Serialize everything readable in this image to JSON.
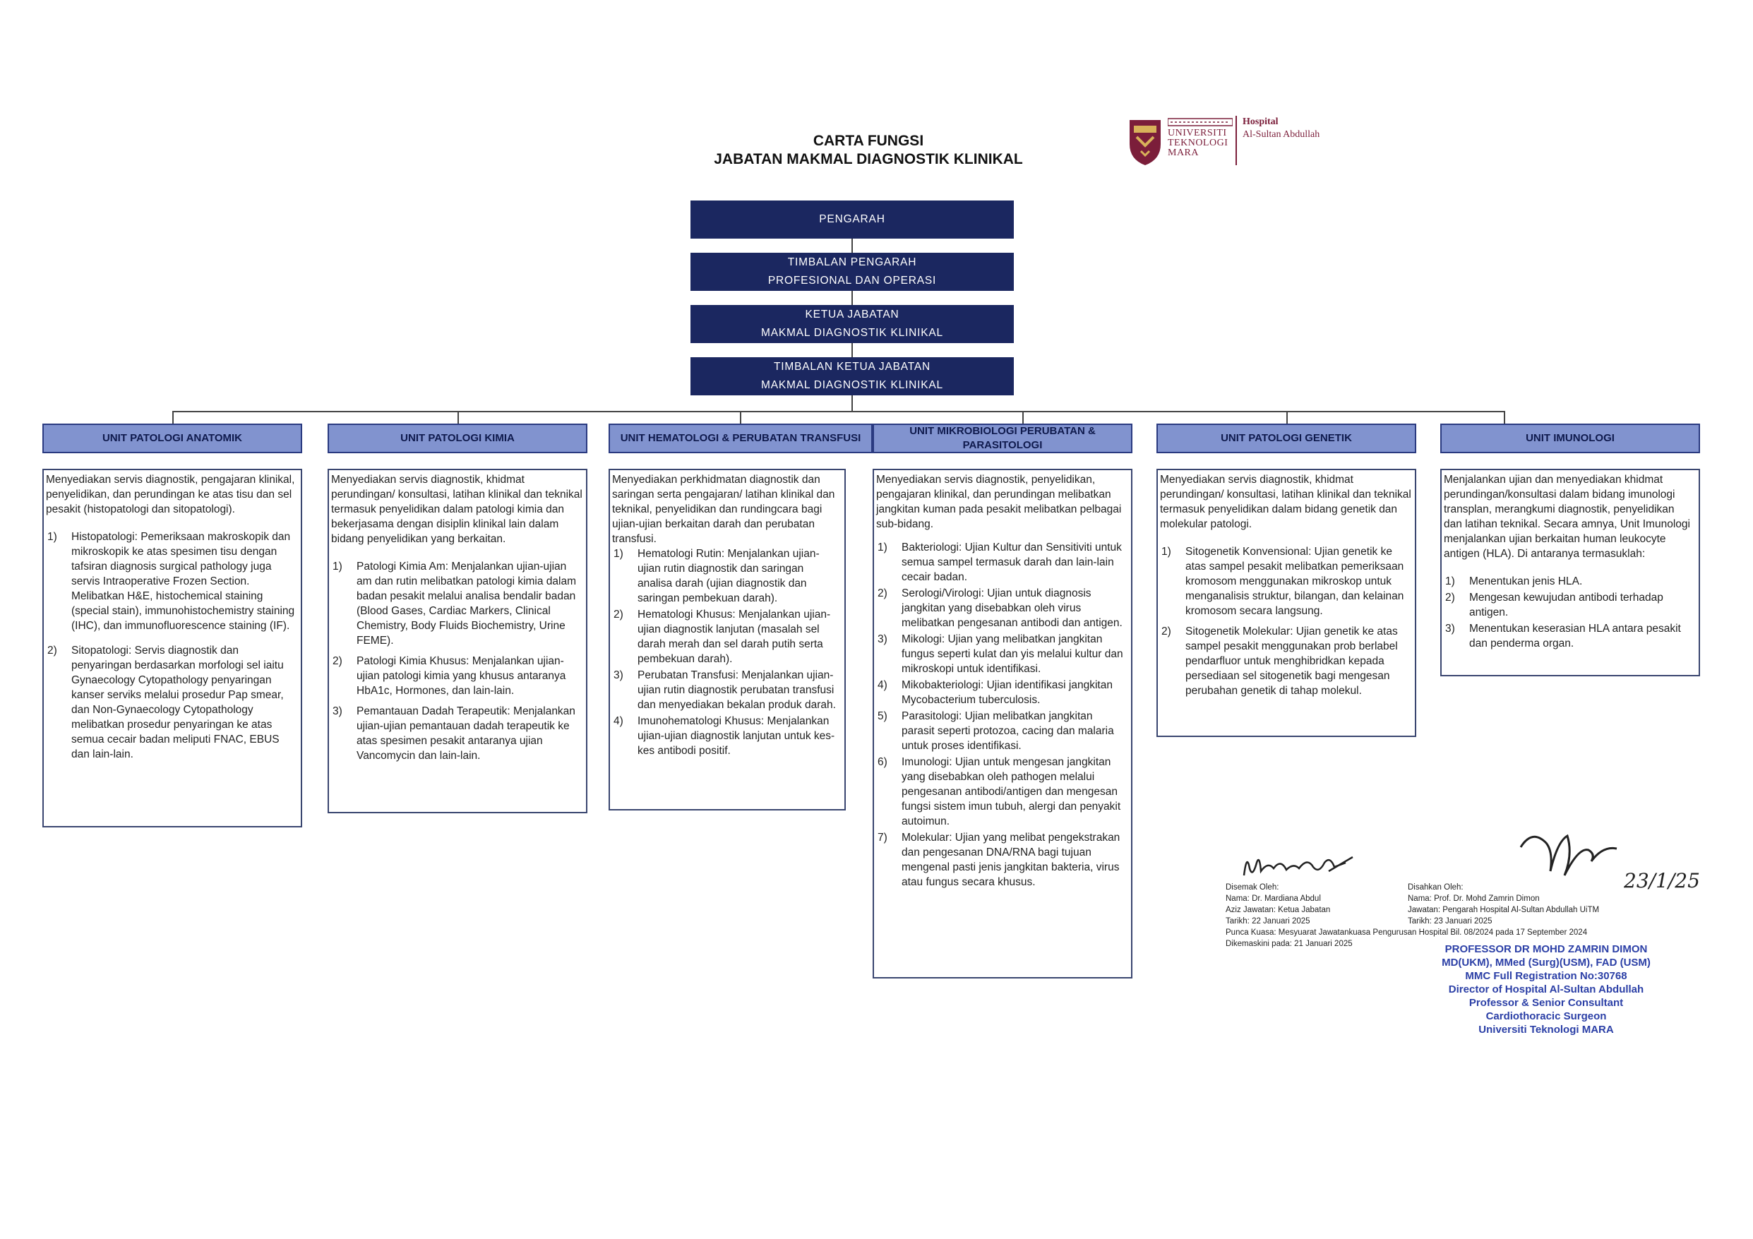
{
  "header": {
    "title_line1": "CARTA FUNGSI",
    "title_line2": "JABATAN MAKMAL DIAGNOSTIK KLINIKAL"
  },
  "logo": {
    "uni_line1": "UNIVERSITI",
    "uni_line2": "TEKNOLOGI",
    "uni_line3": "MARA",
    "hospital_line1": "Hospital",
    "hospital_line2": "Al-Sultan Abdullah"
  },
  "hierarchy": {
    "pengarah": "PENGARAH",
    "timbalan_l1": "TIMBALAN PENGARAH",
    "timbalan_l2": "PROFESIONAL DAN OPERASI",
    "ketua_l1": "KETUA JABATAN",
    "ketua_l2": "MAKMAL DIAGNOSTIK KLINIKAL",
    "timbalan_ketua_l1": "TIMBALAN KETUA JABATAN",
    "timbalan_ketua_l2": "MAKMAL DIAGNOSTIK KLINIKAL"
  },
  "units": {
    "anatomik": {
      "title": "UNIT PATOLOGI ANATOMIK",
      "intro": "Menyediakan servis diagnostik, pengajaran klinikal, penyelidikan, dan perundingan ke atas tisu dan sel pesakit (histopatologi dan sitopatologi).",
      "items": [
        {
          "num": "1)",
          "text": "Histopatologi: Pemeriksaan makroskopik dan mikroskopik ke atas spesimen tisu dengan tafsiran diagnosis surgical pathology juga servis Intraoperative Frozen Section. Melibatkan H&E, histochemical staining (special stain), immunohistochemistry staining (IHC), dan immunofluorescence staining (IF)."
        },
        {
          "num": "2)",
          "text": "Sitopatologi: Servis diagnostik dan penyaringan berdasarkan morfologi sel iaitu Gynaecology Cytopathology penyaringan kanser serviks melalui prosedur Pap smear, dan Non-Gynaecology Cytopathology melibatkan prosedur penyaringan ke atas semua cecair badan meliputi FNAC, EBUS dan lain-lain."
        }
      ]
    },
    "kimia": {
      "title": "UNIT PATOLOGI KIMIA",
      "intro": "Menyediakan servis diagnostik, khidmat perundingan/ konsultasi, latihan klinikal dan teknikal termasuk penyelidikan dalam patologi kimia dan bekerjasama dengan disiplin klinikal lain dalam bidang penyelidikan yang berkaitan.",
      "items": [
        {
          "num": "1)",
          "text": "Patologi Kimia Am: Menjalankan ujian-ujian am dan rutin melibatkan patologi kimia dalam badan pesakit melalui analisa bendalir badan (Blood Gases, Cardiac Markers, Clinical Chemistry, Body Fluids Biochemistry, Urine FEME)."
        },
        {
          "num": "2)",
          "text": "Patologi Kimia Khusus: Menjalankan ujian-ujian patologi kimia yang khusus antaranya HbA1c, Hormones, dan lain-lain."
        },
        {
          "num": "3)",
          "text": "Pemantauan Dadah Terapeutik: Menjalankan ujian-ujian pemantauan dadah terapeutik ke atas spesimen pesakit antaranya ujian Vancomycin dan lain-lain."
        }
      ]
    },
    "hematologi": {
      "title": "UNIT HEMATOLOGI & PERUBATAN TRANSFUSI",
      "intro": "Menyediakan perkhidmatan diagnostik dan saringan serta pengajaran/ latihan klinikal dan teknikal, penyelidikan dan rundingcara bagi ujian-ujian berkaitan darah dan perubatan transfusi.",
      "items": [
        {
          "num": "1)",
          "text": "Hematologi Rutin: Menjalankan ujian-ujian rutin diagnostik dan saringan analisa darah (ujian diagnostik dan saringan pembekuan darah)."
        },
        {
          "num": "2)",
          "text": "Hematologi Khusus: Menjalankan ujian-ujian diagnostik lanjutan (masalah sel darah merah dan sel darah putih serta pembekuan darah)."
        },
        {
          "num": "3)",
          "text": "Perubatan Transfusi: Menjalankan ujian-ujian rutin diagnostik perubatan transfusi dan menyediakan bekalan produk darah."
        },
        {
          "num": "4)",
          "text": "Imunohematologi Khusus: Menjalankan ujian-ujian diagnostik lanjutan untuk kes-kes antibodi positif."
        }
      ]
    },
    "mikrobiologi": {
      "title": "UNIT MIKROBIOLOGI PERUBATAN & PARASITOLOGI",
      "intro": "Menyediakan servis diagnostik, penyelidikan, pengajaran klinikal, dan perundingan melibatkan jangkitan kuman pada pesakit melibatkan pelbagai sub-bidang.",
      "items": [
        {
          "num": "1)",
          "text": "Bakteriologi: Ujian Kultur dan Sensitiviti untuk semua sampel termasuk darah dan lain-lain cecair badan."
        },
        {
          "num": "2)",
          "text": "Serologi/Virologi: Ujian untuk diagnosis jangkitan yang disebabkan oleh virus melibatkan pengesanan antibodi dan antigen."
        },
        {
          "num": "3)",
          "text": "Mikologi: Ujian yang melibatkan jangkitan fungus seperti kulat dan yis melalui kultur dan mikroskopi untuk identifikasi."
        },
        {
          "num": "4)",
          "text": "Mikobakteriologi: Ujian identifikasi jangkitan Mycobacterium tuberculosis."
        },
        {
          "num": "5)",
          "text": "Parasitologi: Ujian melibatkan jangkitan parasit seperti protozoa, cacing dan malaria untuk proses identifikasi."
        },
        {
          "num": "6)",
          "text": "Imunologi: Ujian untuk mengesan jangkitan yang disebabkan oleh pathogen melalui pengesanan antibodi/antigen dan mengesan fungsi sistem imun tubuh, alergi dan penyakit autoimun."
        },
        {
          "num": "7)",
          "text": "Molekular: Ujian yang melibat pengekstrakan dan pengesanan DNA/RNA bagi tujuan mengenal pasti jenis jangkitan bakteria, virus atau fungus secara khusus."
        }
      ]
    },
    "genetik": {
      "title": "UNIT PATOLOGI GENETIK",
      "intro": "Menyediakan servis diagnostik, khidmat perundingan/ konsultasi, latihan klinikal dan teknikal termasuk penyelidikan dalam bidang genetik dan molekular patologi.",
      "items": [
        {
          "num": "1)",
          "text": "Sitogenetik Konvensional: Ujian genetik ke atas sampel pesakit melibatkan pemeriksaan kromosom menggunakan mikroskop untuk menganalisis struktur, bilangan, dan kelainan kromosom secara langsung."
        },
        {
          "num": "2)",
          "text": "Sitogenetik Molekular: Ujian genetik ke atas sampel pesakit menggunakan prob berlabel pendarfluor untuk menghibridkan kepada persediaan sel sitogenetik bagi mengesan perubahan genetik di tahap molekul."
        }
      ]
    },
    "imunologi": {
      "title": "UNIT IMUNOLOGI",
      "intro": "Menjalankan ujian dan menyediakan khidmat perundingan/konsultasi dalam bidang imunologi transplan, merangkumi diagnostik, penyelidikan dan latihan teknikal. Secara amnya, Unit Imunologi menjalankan ujian berkaitan human leukocyte antigen (HLA). Di antaranya termasuklah:",
      "items": [
        {
          "num": "1)",
          "text": "Menentukan jenis HLA."
        },
        {
          "num": "2)",
          "text": "Mengesan kewujudan antibodi terhadap antigen."
        },
        {
          "num": "3)",
          "text": "Menentukan keserasian HLA antara pesakit dan penderma organ."
        }
      ]
    }
  },
  "approval": {
    "disemak_label": "Disemak Oleh:",
    "disemak_nama": "Nama: Dr. Mardiana Abdul",
    "disemak_nama2": "Aziz Jawatan: Ketua Jabatan",
    "disemak_tarikh": "Tarikh: 22 Januari 2025",
    "disahkan_label": "Disahkan Oleh:",
    "disahkan_nama": "Nama: Prof. Dr. Mohd Zamrin Dimon",
    "disahkan_jawatan": "Jawatan: Pengarah Hospital Al-Sultan Abdullah UiTM",
    "disahkan_tarikh": "Tarikh: 23 Januari 2025",
    "punca_kuasa": "Punca Kuasa: Mesyuarat Jawatankuasa Pengurusan Hospital Bil. 08/2024 pada 17 September 2024",
    "dikemaskini": "Dikemaskini pada: 21 Januari 2025",
    "date_handwritten": "23/1/25"
  },
  "stamp": {
    "line1": "PROFESSOR DR MOHD ZAMRIN DIMON",
    "line2": "MD(UKM), MMed (Surg)(USM), FAD (USM)",
    "line3": "MMC Full Registration No:30768",
    "line4": "Director of Hospital Al-Sultan Abdullah",
    "line5": "Professor & Senior Consultant",
    "line6": "Cardiothoracic Surgeon",
    "line7": "Universiti Teknologi MARA"
  },
  "colors": {
    "navy": "#1b2760",
    "unit_header": "#8193cf",
    "maroon": "#7b1e3a",
    "stamp_blue": "#2b3fa6"
  }
}
